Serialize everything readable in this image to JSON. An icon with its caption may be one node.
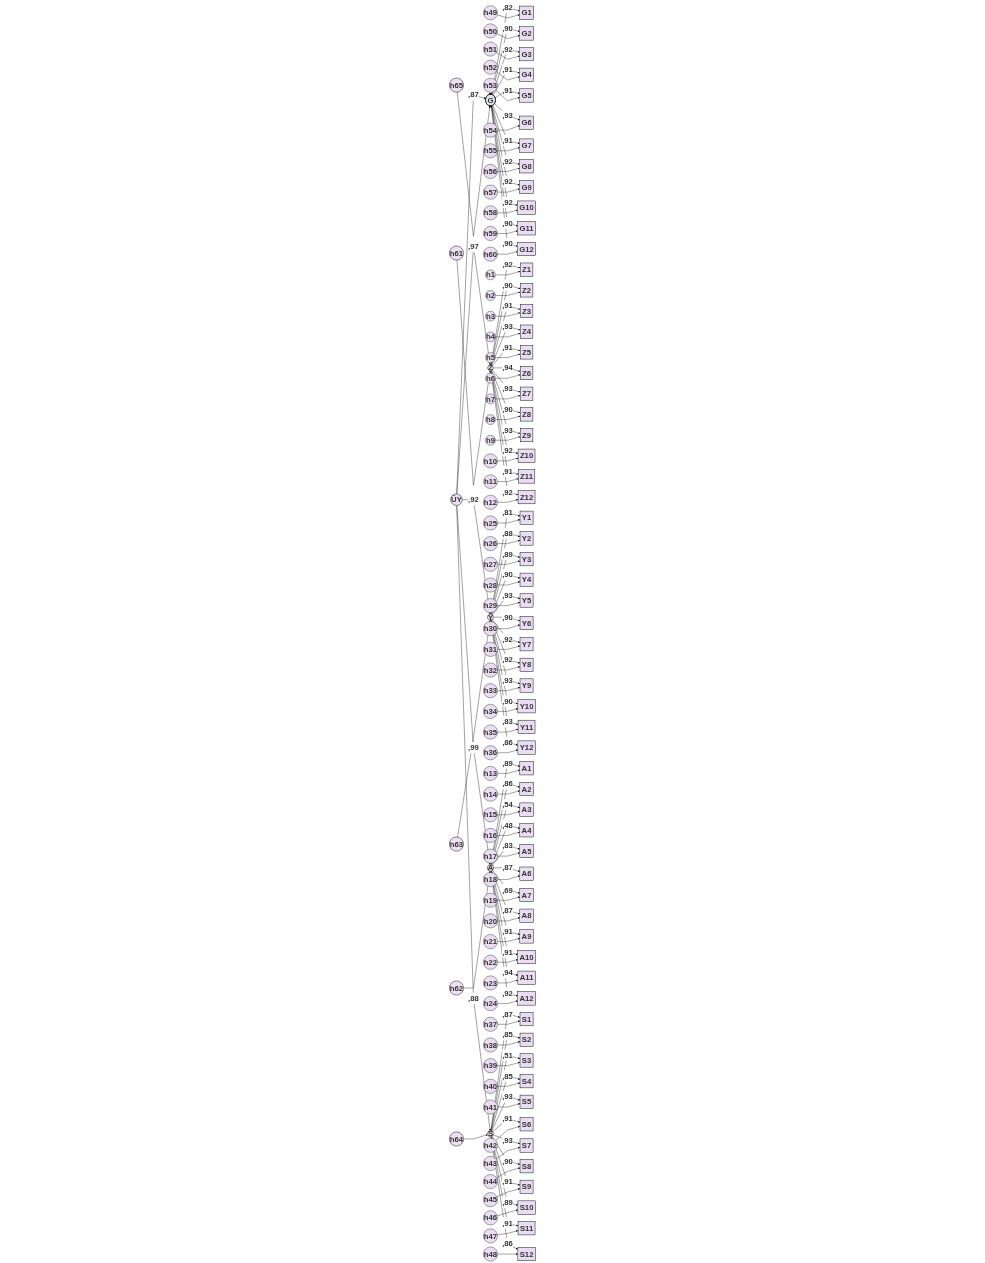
{
  "diagram": {
    "nodes": [
      {
        "text": [
          "ÜY"
        ]
      },
      {
        "text": [
          "G"
        ]
      },
      {
        "text": [
          "Z"
        ]
      },
      {
        "text": [
          "Y"
        ]
      },
      {
        "text": [
          "A"
        ]
      },
      {
        "text": [
          "S"
        ]
      },
      {
        "text": [
          "h61"
        ]
      },
      {
        "text": [
          "h62"
        ]
      },
      {
        "text": [
          "h63"
        ]
      },
      {
        "text": [
          "h64"
        ]
      },
      {
        "text": [
          "h65"
        ]
      },
      {
        "text": [
          "G1"
        ]
      },
      {
        "text": [
          "G2"
        ]
      },
      {
        "text": [
          "G3"
        ]
      },
      {
        "text": [
          "G4"
        ]
      },
      {
        "text": [
          "G5"
        ]
      },
      {
        "text": [
          "G6"
        ]
      },
      {
        "text": [
          "G7"
        ]
      },
      {
        "text": [
          "G8"
        ]
      },
      {
        "text": [
          "G9"
        ]
      },
      {
        "text": [
          "G10"
        ]
      },
      {
        "text": [
          "G11"
        ]
      },
      {
        "text": [
          "G12"
        ]
      },
      {
        "text": [
          "h49"
        ]
      },
      {
        "text": [
          "h50"
        ]
      },
      {
        "text": [
          "h51"
        ]
      },
      {
        "text": [
          "h52"
        ]
      },
      {
        "text": [
          "h53"
        ]
      },
      {
        "text": [
          "h54"
        ]
      },
      {
        "text": [
          "h55"
        ]
      },
      {
        "text": [
          "h56"
        ]
      },
      {
        "text": [
          "h57"
        ]
      },
      {
        "text": [
          "h58"
        ]
      },
      {
        "text": [
          "h59"
        ]
      },
      {
        "text": [
          "h60"
        ]
      },
      {
        "text": [
          "Z1"
        ]
      },
      {
        "text": [
          "Z2"
        ]
      },
      {
        "text": [
          "Z3"
        ]
      },
      {
        "text": [
          "Z4"
        ]
      },
      {
        "text": [
          "Z5"
        ]
      },
      {
        "text": [
          "Z6"
        ]
      },
      {
        "text": [
          "Z7"
        ]
      },
      {
        "text": [
          "Z8"
        ]
      },
      {
        "text": [
          "Z9"
        ]
      },
      {
        "text": [
          "Z10"
        ]
      },
      {
        "text": [
          "Z11"
        ]
      },
      {
        "text": [
          "Z12"
        ]
      },
      {
        "text": [
          "h1"
        ]
      },
      {
        "text": [
          "h2"
        ]
      },
      {
        "text": [
          "h3"
        ]
      },
      {
        "text": [
          "h4"
        ]
      },
      {
        "text": [
          "h5"
        ]
      },
      {
        "text": [
          "h6"
        ]
      },
      {
        "text": [
          "h7"
        ]
      },
      {
        "text": [
          "h8"
        ]
      },
      {
        "text": [
          "h9"
        ]
      },
      {
        "text": [
          "h10"
        ]
      },
      {
        "text": [
          "h11"
        ]
      },
      {
        "text": [
          "h12"
        ]
      },
      {
        "text": [
          "Y1"
        ]
      },
      {
        "text": [
          "Y2"
        ]
      },
      {
        "text": [
          "Y3"
        ]
      },
      {
        "text": [
          "Y4"
        ]
      },
      {
        "text": [
          "Y5"
        ]
      },
      {
        "text": [
          "Y6"
        ]
      },
      {
        "text": [
          "Y7"
        ]
      },
      {
        "text": [
          "Y8"
        ]
      },
      {
        "text": [
          "Y9"
        ]
      },
      {
        "text": [
          "Y10"
        ]
      },
      {
        "text": [
          "Y11"
        ]
      },
      {
        "text": [
          "Y12"
        ]
      },
      {
        "text": [
          "h25"
        ]
      },
      {
        "text": [
          "h26"
        ]
      },
      {
        "text": [
          "h27"
        ]
      },
      {
        "text": [
          "h28"
        ]
      },
      {
        "text": [
          "h29"
        ]
      },
      {
        "text": [
          "h30"
        ]
      },
      {
        "text": [
          "h31"
        ]
      },
      {
        "text": [
          "h32"
        ]
      },
      {
        "text": [
          "h33"
        ]
      },
      {
        "text": [
          "h34"
        ]
      },
      {
        "text": [
          "h35"
        ]
      },
      {
        "text": [
          "h36"
        ]
      },
      {
        "text": [
          "A1"
        ]
      },
      {
        "text": [
          "A2"
        ]
      },
      {
        "text": [
          "A3"
        ]
      },
      {
        "text": [
          "A4"
        ]
      },
      {
        "text": [
          "A5"
        ]
      },
      {
        "text": [
          "A6"
        ]
      },
      {
        "text": [
          "A7"
        ]
      },
      {
        "text": [
          "A8"
        ]
      },
      {
        "text": [
          "A9"
        ]
      },
      {
        "text": [
          "A10"
        ]
      },
      {
        "text": [
          "A11"
        ]
      },
      {
        "text": [
          "A12"
        ]
      },
      {
        "text": [
          "h13"
        ]
      },
      {
        "text": [
          "h14"
        ]
      },
      {
        "text": [
          "h15"
        ]
      },
      {
        "text": [
          "h16"
        ]
      },
      {
        "text": [
          "h17"
        ]
      },
      {
        "text": [
          "h18"
        ]
      },
      {
        "text": [
          "h19"
        ]
      },
      {
        "text": [
          "h20"
        ]
      },
      {
        "text": [
          "h21"
        ]
      },
      {
        "text": [
          "h22"
        ]
      },
      {
        "text": [
          "h23"
        ]
      },
      {
        "text": [
          "h24"
        ]
      },
      {
        "text": [
          "S1"
        ]
      },
      {
        "text": [
          "S2"
        ]
      },
      {
        "text": [
          "S3"
        ]
      },
      {
        "text": [
          "S4"
        ]
      },
      {
        "text": [
          "S5"
        ]
      },
      {
        "text": [
          "S6"
        ]
      },
      {
        "text": [
          "S7"
        ]
      },
      {
        "text": [
          "S8"
        ]
      },
      {
        "text": [
          "S9"
        ]
      },
      {
        "text": [
          "S10"
        ]
      },
      {
        "text": [
          "S11"
        ]
      },
      {
        "text": [
          "S12"
        ]
      },
      {
        "text": [
          "h37"
        ]
      },
      {
        "text": [
          "h38"
        ]
      },
      {
        "text": [
          "h39"
        ]
      },
      {
        "text": [
          "h40"
        ]
      },
      {
        "text": [
          "h41"
        ]
      },
      {
        "text": [
          "h42"
        ]
      },
      {
        "text": [
          "h43"
        ]
      },
      {
        "text": [
          "h44"
        ]
      },
      {
        "text": [
          "h45"
        ]
      },
      {
        "text": [
          "h46"
        ]
      },
      {
        "text": [
          "h47"
        ]
      },
      {
        "text": [
          "h48"
        ]
      }
    ],
    "edges": [
      {
        "from": 0,
        "to": 1,
        "arrow": "to",
        "label": ",87"
      },
      {
        "from": 0,
        "to": 2,
        "arrow": "to",
        "label": ",97"
      },
      {
        "from": 0,
        "to": 3,
        "arrow": "to",
        "label": ",92"
      },
      {
        "from": 0,
        "to": 4,
        "arrow": "to",
        "label": ",99"
      },
      {
        "from": 0,
        "to": 5,
        "arrow": "to",
        "label": ",88"
      },
      {
        "from": 10,
        "to": 1,
        "arrow": "to"
      },
      {
        "from": 6,
        "to": 2,
        "arrow": "to"
      },
      {
        "from": 8,
        "to": 3,
        "arrow": "to"
      },
      {
        "from": 7,
        "to": 4,
        "arrow": "to"
      },
      {
        "from": 9,
        "to": 5,
        "arrow": "to"
      },
      {
        "from": 1,
        "to": 11,
        "arrow": "to",
        "label": ",82"
      },
      {
        "from": 1,
        "to": 12,
        "arrow": "to",
        "label": ",90"
      },
      {
        "from": 1,
        "to": 13,
        "arrow": "to",
        "label": ",92"
      },
      {
        "from": 1,
        "to": 14,
        "arrow": "to",
        "label": ",91"
      },
      {
        "from": 1,
        "to": 15,
        "arrow": "to",
        "label": ",91"
      },
      {
        "from": 1,
        "to": 16,
        "arrow": "to",
        "label": ",93"
      },
      {
        "from": 1,
        "to": 17,
        "arrow": "to",
        "label": ",91"
      },
      {
        "from": 1,
        "to": 18,
        "arrow": "to",
        "label": ",92"
      },
      {
        "from": 1,
        "to": 19,
        "arrow": "to",
        "label": ",92"
      },
      {
        "from": 1,
        "to": 20,
        "arrow": "to",
        "label": ",92"
      },
      {
        "from": 1,
        "to": 21,
        "arrow": "to",
        "label": ",90"
      },
      {
        "from": 1,
        "to": 22,
        "arrow": "to",
        "label": ",90"
      },
      {
        "from": 23,
        "to": 11,
        "arrow": "to"
      },
      {
        "from": 24,
        "to": 12,
        "arrow": "to"
      },
      {
        "from": 25,
        "to": 13,
        "arrow": "to"
      },
      {
        "from": 26,
        "to": 14,
        "arrow": "to"
      },
      {
        "from": 27,
        "to": 15,
        "arrow": "to"
      },
      {
        "from": 28,
        "to": 16,
        "arrow": "to"
      },
      {
        "from": 29,
        "to": 17,
        "arrow": "to"
      },
      {
        "from": 30,
        "to": 18,
        "arrow": "to"
      },
      {
        "from": 31,
        "to": 19,
        "arrow": "to"
      },
      {
        "from": 32,
        "to": 20,
        "arrow": "to"
      },
      {
        "from": 33,
        "to": 21,
        "arrow": "to"
      },
      {
        "from": 34,
        "to": 22,
        "arrow": "to"
      },
      {
        "from": 2,
        "to": 35,
        "arrow": "to",
        "label": ",92"
      },
      {
        "from": 2,
        "to": 36,
        "arrow": "to",
        "label": ",90"
      },
      {
        "from": 2,
        "to": 37,
        "arrow": "to",
        "label": ",91"
      },
      {
        "from": 2,
        "to": 38,
        "arrow": "to",
        "label": ",93"
      },
      {
        "from": 2,
        "to": 39,
        "arrow": "to",
        "label": ",91"
      },
      {
        "from": 2,
        "to": 40,
        "arrow": "to",
        "label": ",94"
      },
      {
        "from": 2,
        "to": 41,
        "arrow": "to",
        "label": ",93"
      },
      {
        "from": 2,
        "to": 42,
        "arrow": "to",
        "label": ",90"
      },
      {
        "from": 2,
        "to": 43,
        "arrow": "to",
        "label": ",93"
      },
      {
        "from": 2,
        "to": 44,
        "arrow": "to",
        "label": ",92"
      },
      {
        "from": 2,
        "to": 45,
        "arrow": "to",
        "label": ",91"
      },
      {
        "from": 2,
        "to": 46,
        "arrow": "to",
        "label": ",92"
      },
      {
        "from": 47,
        "to": 35,
        "arrow": "to"
      },
      {
        "from": 48,
        "to": 36,
        "arrow": "to"
      },
      {
        "from": 49,
        "to": 37,
        "arrow": "to"
      },
      {
        "from": 50,
        "to": 38,
        "arrow": "to"
      },
      {
        "from": 51,
        "to": 39,
        "arrow": "to"
      },
      {
        "from": 52,
        "to": 40,
        "arrow": "to"
      },
      {
        "from": 53,
        "to": 41,
        "arrow": "to"
      },
      {
        "from": 54,
        "to": 42,
        "arrow": "to"
      },
      {
        "from": 55,
        "to": 43,
        "arrow": "to"
      },
      {
        "from": 56,
        "to": 44,
        "arrow": "to"
      },
      {
        "from": 57,
        "to": 45,
        "arrow": "to"
      },
      {
        "from": 58,
        "to": 46,
        "arrow": "to"
      },
      {
        "from": 3,
        "to": 59,
        "arrow": "to",
        "label": ",81"
      },
      {
        "from": 3,
        "to": 60,
        "arrow": "to",
        "label": ",88"
      },
      {
        "from": 3,
        "to": 61,
        "arrow": "to",
        "label": ",89"
      },
      {
        "from": 3,
        "to": 62,
        "arrow": "to",
        "label": ",90"
      },
      {
        "from": 3,
        "to": 63,
        "arrow": "to",
        "label": ",93"
      },
      {
        "from": 3,
        "to": 64,
        "arrow": "to",
        "label": ",90"
      },
      {
        "from": 3,
        "to": 65,
        "arrow": "to",
        "label": ",92"
      },
      {
        "from": 3,
        "to": 66,
        "arrow": "to",
        "label": ",92"
      },
      {
        "from": 3,
        "to": 67,
        "arrow": "to",
        "label": ",93"
      },
      {
        "from": 3,
        "to": 68,
        "arrow": "to",
        "label": ",90"
      },
      {
        "from": 3,
        "to": 69,
        "arrow": "to",
        "label": ",83"
      },
      {
        "from": 3,
        "to": 70,
        "arrow": "to",
        "label": ",86"
      },
      {
        "from": 71,
        "to": 59,
        "arrow": "to"
      },
      {
        "from": 72,
        "to": 60,
        "arrow": "to"
      },
      {
        "from": 73,
        "to": 61,
        "arrow": "to"
      },
      {
        "from": 74,
        "to": 62,
        "arrow": "to"
      },
      {
        "from": 75,
        "to": 63,
        "arrow": "to"
      },
      {
        "from": 76,
        "to": 64,
        "arrow": "to"
      },
      {
        "from": 77,
        "to": 65,
        "arrow": "to"
      },
      {
        "from": 78,
        "to": 66,
        "arrow": "to"
      },
      {
        "from": 79,
        "to": 67,
        "arrow": "to"
      },
      {
        "from": 80,
        "to": 68,
        "arrow": "to"
      },
      {
        "from": 81,
        "to": 69,
        "arrow": "to"
      },
      {
        "from": 82,
        "to": 70,
        "arrow": "to"
      },
      {
        "from": 4,
        "to": 83,
        "arrow": "to",
        "label": ",89"
      },
      {
        "from": 4,
        "to": 84,
        "arrow": "to",
        "label": ",86"
      },
      {
        "from": 4,
        "to": 85,
        "arrow": "to",
        "label": ",54"
      },
      {
        "from": 4,
        "to": 86,
        "arrow": "to",
        "label": ",48"
      },
      {
        "from": 4,
        "to": 87,
        "arrow": "to",
        "label": ",83"
      },
      {
        "from": 4,
        "to": 88,
        "arrow": "to",
        "label": ",87"
      },
      {
        "from": 4,
        "to": 89,
        "arrow": "to",
        "label": ",69"
      },
      {
        "from": 4,
        "to": 90,
        "arrow": "to",
        "label": ",87"
      },
      {
        "from": 4,
        "to": 91,
        "arrow": "to",
        "label": ",91"
      },
      {
        "from": 4,
        "to": 92,
        "arrow": "to",
        "label": ",91"
      },
      {
        "from": 4,
        "to": 93,
        "arrow": "to",
        "label": ",94"
      },
      {
        "from": 4,
        "to": 94,
        "arrow": "to",
        "label": ",92"
      },
      {
        "from": 95,
        "to": 83,
        "arrow": "to"
      },
      {
        "from": 96,
        "to": 84,
        "arrow": "to"
      },
      {
        "from": 97,
        "to": 85,
        "arrow": "to"
      },
      {
        "from": 98,
        "to": 86,
        "arrow": "to"
      },
      {
        "from": 99,
        "to": 87,
        "arrow": "to"
      },
      {
        "from": 100,
        "to": 88,
        "arrow": "to"
      },
      {
        "from": 101,
        "to": 89,
        "arrow": "to"
      },
      {
        "from": 102,
        "to": 90,
        "arrow": "to"
      },
      {
        "from": 103,
        "to": 91,
        "arrow": "to"
      },
      {
        "from": 104,
        "to": 92,
        "arrow": "to"
      },
      {
        "from": 105,
        "to": 93,
        "arrow": "to"
      },
      {
        "from": 106,
        "to": 94,
        "arrow": "to"
      },
      {
        "from": 5,
        "to": 107,
        "arrow": "to",
        "label": ",87"
      },
      {
        "from": 5,
        "to": 108,
        "arrow": "to",
        "label": ",85"
      },
      {
        "from": 5,
        "to": 109,
        "arrow": "to",
        "label": ",51"
      },
      {
        "from": 5,
        "to": 110,
        "arrow": "to",
        "label": ",85"
      },
      {
        "from": 5,
        "to": 111,
        "arrow": "to",
        "label": ",93"
      },
      {
        "from": 5,
        "to": 112,
        "arrow": "to",
        "label": ",91"
      },
      {
        "from": 5,
        "to": 113,
        "arrow": "to",
        "label": ",93"
      },
      {
        "from": 5,
        "to": 114,
        "arrow": "to",
        "label": ",90"
      },
      {
        "from": 5,
        "to": 115,
        "arrow": "to",
        "label": ",91"
      },
      {
        "from": 5,
        "to": 116,
        "arrow": "to",
        "label": ",89"
      },
      {
        "from": 5,
        "to": 117,
        "arrow": "to",
        "label": ",91"
      },
      {
        "from": 5,
        "to": 118,
        "arrow": "to",
        "label": ",86"
      },
      {
        "from": 119,
        "to": 107,
        "arrow": "to"
      },
      {
        "from": 120,
        "to": 108,
        "arrow": "to"
      },
      {
        "from": 121,
        "to": 109,
        "arrow": "to"
      },
      {
        "from": 122,
        "to": 110,
        "arrow": "to"
      },
      {
        "from": 123,
        "to": 111,
        "arrow": "to"
      },
      {
        "from": 124,
        "to": 112,
        "arrow": "to"
      },
      {
        "from": 125,
        "to": 113,
        "arrow": "to"
      },
      {
        "from": 126,
        "to": 114,
        "arrow": "to"
      },
      {
        "from": 127,
        "to": 115,
        "arrow": "to"
      },
      {
        "from": 128,
        "to": 116,
        "arrow": "to"
      },
      {
        "from": 129,
        "to": 117,
        "arrow": "to"
      },
      {
        "from": 130,
        "to": 118,
        "arrow": "to"
      }
    ]
  }
}
